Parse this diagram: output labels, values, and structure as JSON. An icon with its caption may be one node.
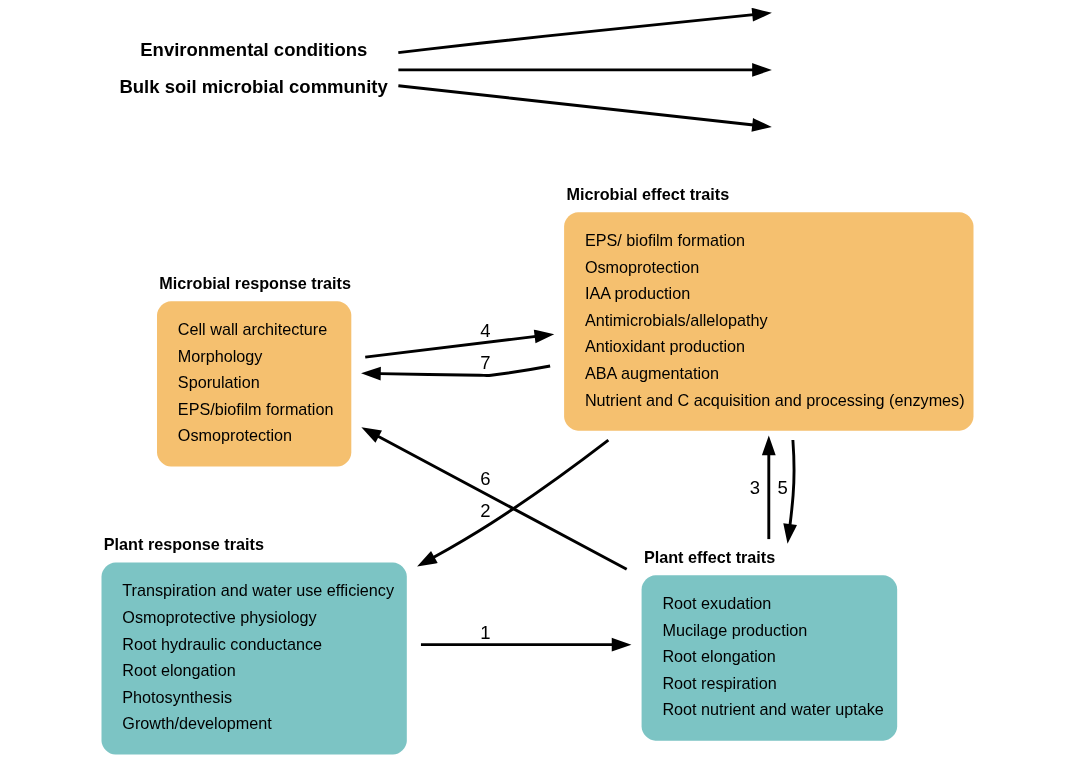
{
  "diagram": {
    "nodes": [
      {
        "text": [
          "Plant response traits",
          "Transpiration and water use efficiency",
          "Osmoprotective physiology",
          "Root hydraulic conductance",
          "Root elongation",
          "Photosynthesis",
          "Growth/development"
        ]
      },
      {
        "text": [
          "Plant effect traits",
          "Root exudation",
          "Mucilage production",
          "Root elongation",
          "Root respiration",
          "Root nutrient and water uptake"
        ]
      },
      {
        "text": [
          "Environmental conditions",
          "Bulk soil microbial community"
        ]
      },
      {
        "text": [
          "Microbial response traits",
          "Cell wall architecture",
          "Morphology",
          "Sporulation",
          "EPS/biofilm formation",
          "Osmoprotection"
        ]
      },
      {
        "text": [
          "Microbial effect traits",
          "EPS/ biofilm formation",
          "Osmoprotection",
          "IAA production",
          "Antimicrobials/allelopathy",
          "Antioxidant production",
          "ABA augmentation",
          "Nutrient and C acquisition and processing (enzymes)"
        ]
      }
    ],
    "edges": [
      {
        "from": 0,
        "to": 1,
        "arrow": "to",
        "label": "1"
      },
      {
        "from": 4,
        "to": 0,
        "arrow": "to",
        "label": "2"
      },
      {
        "from": 1,
        "to": 4,
        "arrow": "to",
        "label": "3"
      },
      {
        "from": 3,
        "to": 4,
        "arrow": "to",
        "label": "4"
      },
      {
        "from": 4,
        "to": 1,
        "arrow": "to",
        "label": "5"
      },
      {
        "from": 1,
        "to": 3,
        "arrow": "to",
        "label": "6"
      },
      {
        "from": 4,
        "to": 3,
        "arrow": "to",
        "label": "7"
      },
      {
        "from": 2,
        "to": null,
        "arrow": "to"
      },
      {
        "from": 2,
        "to": null,
        "arrow": "to"
      },
      {
        "from": 2,
        "to": null,
        "arrow": "to"
      }
    ]
  }
}
